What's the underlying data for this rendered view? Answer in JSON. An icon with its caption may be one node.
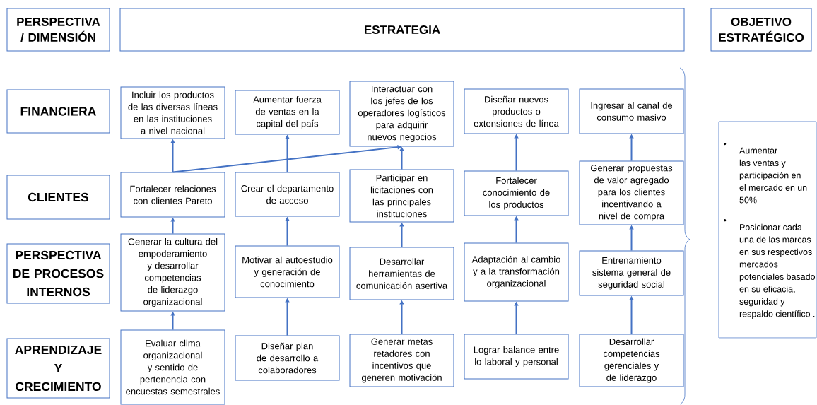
{
  "diagram": {
    "nodes": [
      {
        "text": [
          "PERSPECTIVA / DIMENSIÓN"
        ]
      },
      {
        "text": [
          "ESTRATEGIA"
        ]
      },
      {
        "text": [
          "OBJETIVO ESTRATÉGICO"
        ]
      },
      {
        "text": [
          "FINANCIERA"
        ]
      },
      {
        "text": [
          "CLIENTES"
        ]
      },
      {
        "text": [
          "PERSPECTIVA DE PROCESOS INTERNOS"
        ]
      },
      {
        "text": [
          "APRENDIZAJE Y CRECIMIENTO"
        ]
      },
      {
        "text": [
          "Incluir los productos de las diversas líneas en las instituciones a nivel nacional"
        ]
      },
      {
        "text": [
          "Aumentar fuerza de ventas en la capital del país"
        ]
      },
      {
        "text": [
          "Interactuar con los jefes de los operadores logísticos para adquirir nuevos negocios"
        ]
      },
      {
        "text": [
          "Diseñar nuevos productos o extensiones de línea"
        ]
      },
      {
        "text": [
          "Ingresar al canal de consumo masivo"
        ]
      },
      {
        "text": [
          "Fortalecer relaciones con clientes Pareto"
        ]
      },
      {
        "text": [
          "Crear el departamento de acceso"
        ]
      },
      {
        "text": [
          "Participar en licitaciones con las principales instituciones"
        ]
      },
      {
        "text": [
          "Fortalecer conocimiento de los productos"
        ]
      },
      {
        "text": [
          "Generar propuestas de valor agregado para los clientes incentivando a nivel de compra"
        ]
      },
      {
        "text": [
          "Generar la cultura del empoderamiento y desarrollar competencias de liderazgo organizacional"
        ]
      },
      {
        "text": [
          "Motivar al autoestudio y generación de conocimiento"
        ]
      },
      {
        "text": [
          "Desarrollar herramientas de comunicación asertiva"
        ]
      },
      {
        "text": [
          "Adaptación al cambio y a la transformación organizacional"
        ]
      },
      {
        "text": [
          "Entrenamiento sistema general de seguridad social"
        ]
      },
      {
        "text": [
          "Evaluar clima organizacional y sentido de pertenencia con encuestas semestrales"
        ]
      },
      {
        "text": [
          "Diseñar plan de desarrollo a colaboradores"
        ]
      },
      {
        "text": [
          "Generar metas retadores con incentivos que generen motivación"
        ]
      },
      {
        "text": [
          "Lograr balance entre lo laboral y personal"
        ]
      },
      {
        "text": [
          "Desarrollar competencias gerenciales y de liderazgo"
        ]
      },
      {
        "text": [
          "Aumentar las ventas y participación en el mercado en un 50%",
          "Posicionar cada una de las marcas en sus respectivos mercados potenciales basado en su eficacia, seguridad y respaldo científico ."
        ]
      }
    ],
    "edges": [
      {
        "from": 22,
        "to": 17,
        "arrow": "to"
      },
      {
        "from": 17,
        "to": 12,
        "arrow": "to"
      },
      {
        "from": 12,
        "to": 7,
        "arrow": "to"
      },
      {
        "from": 12,
        "to": 9,
        "arrow": "to"
      },
      {
        "from": 23,
        "to": 18,
        "arrow": "to"
      },
      {
        "from": 18,
        "to": 13,
        "arrow": "to"
      },
      {
        "from": 13,
        "to": 8,
        "arrow": "to"
      },
      {
        "from": 24,
        "to": 19,
        "arrow": "to"
      },
      {
        "from": 19,
        "to": 14,
        "arrow": "to"
      },
      {
        "from": 14,
        "to": 9,
        "arrow": "to"
      },
      {
        "from": 25,
        "to": 20,
        "arrow": "to"
      },
      {
        "from": 20,
        "to": 15,
        "arrow": "to"
      },
      {
        "from": 15,
        "to": 10,
        "arrow": "to"
      },
      {
        "from": 26,
        "to": 21,
        "arrow": "to"
      },
      {
        "from": 21,
        "to": 16,
        "arrow": "to"
      },
      {
        "from": 16,
        "to": 11,
        "arrow": "to"
      }
    ]
  }
}
